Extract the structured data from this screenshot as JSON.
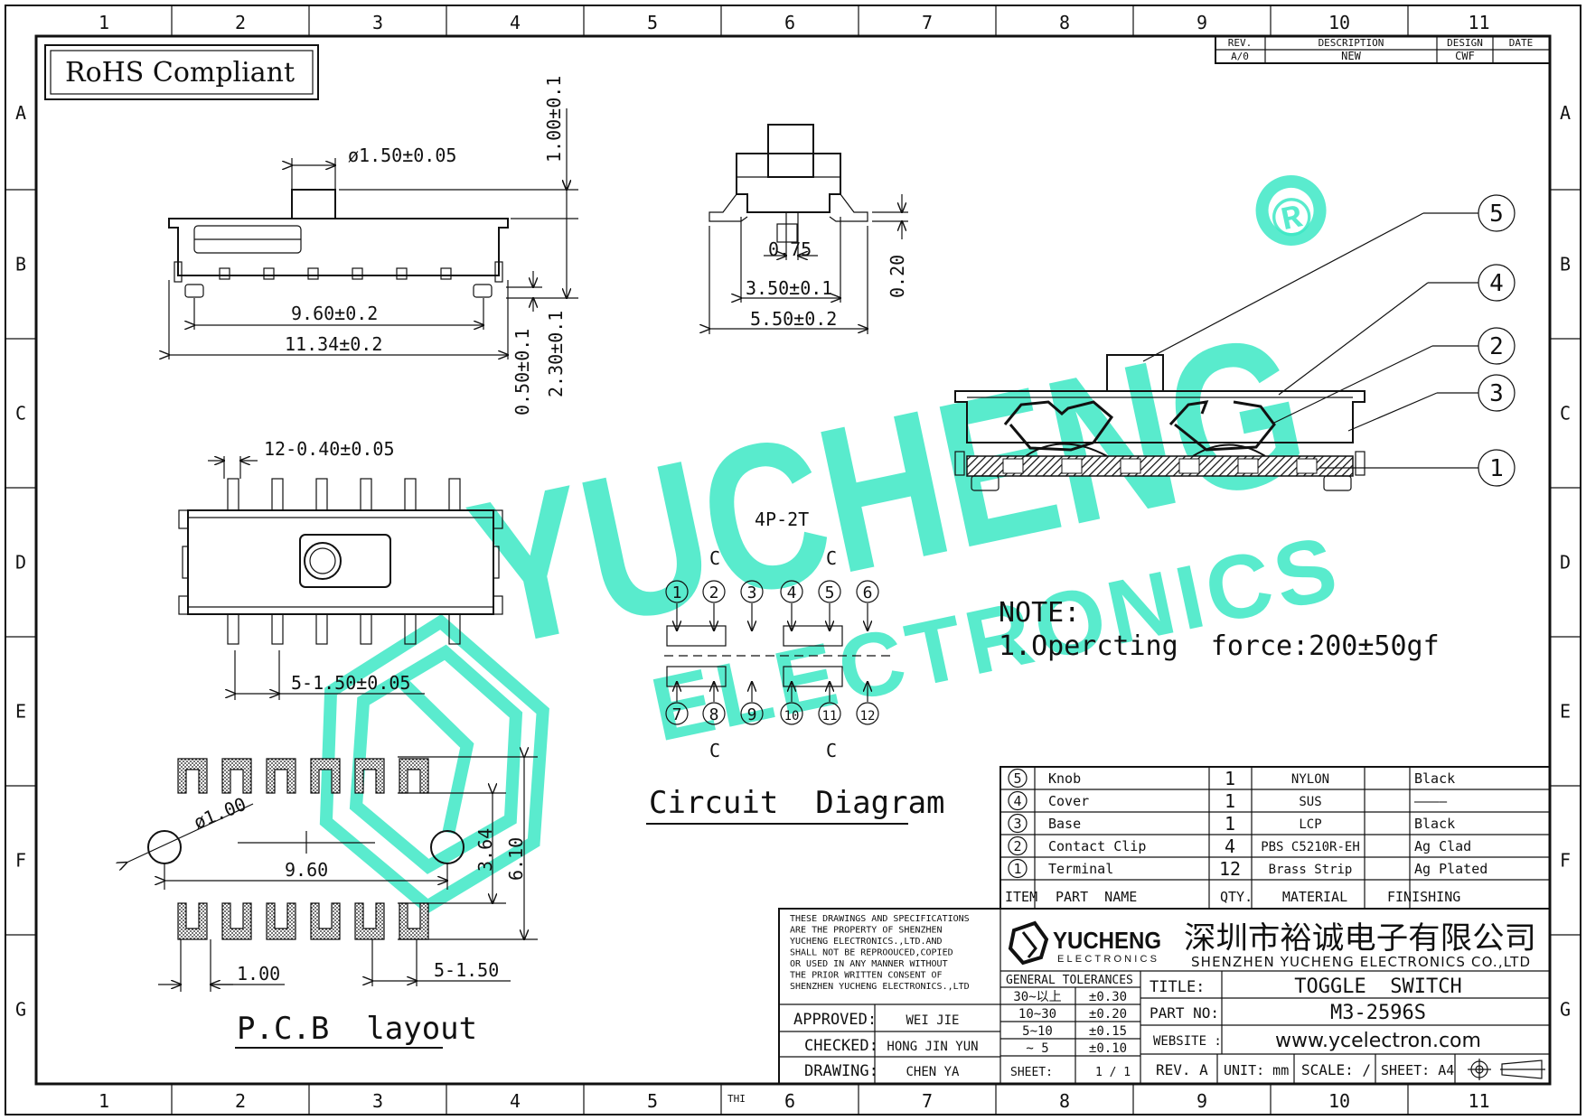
{
  "frame": {
    "col_labels": [
      "1",
      "2",
      "3",
      "4",
      "5",
      "6",
      "7",
      "8",
      "9",
      "10",
      "11"
    ],
    "row_labels": [
      "A",
      "B",
      "C",
      "D",
      "E",
      "F",
      "G"
    ],
    "bottom_mark": "THI"
  },
  "rohs": "RoHS Compliant",
  "revision": {
    "headers": [
      "REV.",
      "DESCRIPTION",
      "DESIGN",
      "DATE"
    ],
    "row": [
      "A/0",
      "NEW",
      "CWF",
      ""
    ]
  },
  "dims": {
    "knob_dia": "ø1.50±0.05",
    "knob_height": "1.00±0.1",
    "pitch_span": "9.60±0.2",
    "body_len": "11.34±0.2",
    "standoff": "0.50±0.1",
    "height": "2.30±0.1",
    "side_075": "0.75",
    "side_350": "3.50±0.1",
    "side_550": "5.50±0.2",
    "side_020": "0.20",
    "pin_width": "12-0.40±0.05",
    "pin_pitch": "5-1.50±0.05",
    "pcb_hole": "ø1.00",
    "pcb_960": "9.60",
    "pcb_364": "3.64",
    "pcb_610": "6.10",
    "pcb_100": "1.00",
    "pcb_150": "5-1.50"
  },
  "captions": {
    "pcb": "P.C.B  layout",
    "circuit": "Circuit  Diagram",
    "circuit_type": "4P-2T",
    "common": "C",
    "pins_top": [
      "1",
      "2",
      "3",
      "4",
      "5",
      "6"
    ],
    "pins_bottom": [
      "7",
      "8",
      "9",
      "10",
      "11",
      "12"
    ]
  },
  "note": {
    "title": "NOTE:",
    "line1": "1.Opercting  force:200±50gf"
  },
  "balloons": [
    "5",
    "4",
    "2",
    "3",
    "1"
  ],
  "bom": {
    "rows": [
      {
        "item": "5",
        "name": "Knob",
        "qty": "1",
        "material": "NYLON",
        "finish": "Black"
      },
      {
        "item": "4",
        "name": "Cover",
        "qty": "1",
        "material": "SUS",
        "finish": "————"
      },
      {
        "item": "3",
        "name": "Base",
        "qty": "1",
        "material": "LCP",
        "finish": "Black"
      },
      {
        "item": "2",
        "name": "Contact  Clip",
        "qty": "4",
        "material": "PBS  C5210R-EH",
        "finish": "Ag  Clad"
      },
      {
        "item": "1",
        "name": "Terminal",
        "qty": "12",
        "material": "Brass  Strip",
        "finish": "Ag  Plated"
      }
    ],
    "header": {
      "item": "ITEM",
      "name": "PART  NAME",
      "qty": "QTY.",
      "material": "MATERIAL",
      "finish": "FINISHING"
    }
  },
  "title_block": {
    "notice": [
      "THESE DRAWINGS AND SPECIFICATIONS",
      "ARE THE PROPERTY OF SHENZHEN",
      "YUCHENG ELECTRONICS.,LTD.AND",
      "SHALL NOT BE REPROOUCED,COPIED",
      "OR USED IN ANY MANNER WITHOUT",
      "THE PRIOR WRITTEN CONSENT OF",
      "SHENZHEN YUCHENG ELECTRONICS.,LTD"
    ],
    "approved_label": "APPROVED:",
    "approved": "WEI JIE",
    "checked_label": "CHECKED:",
    "checked": "HONG JIN YUN",
    "drawing_label": "DRAWING:",
    "drawing": "CHEN YA",
    "logo_text": "YUCHENG",
    "logo_sub": "ELECTRONICS",
    "company_cn": "深圳市裕诚电子有限公司",
    "company_en": "SHENZHEN YUCHENG ELECTRONICS CO.,LTD",
    "tol_title": "GENERAL TOLERANCES",
    "tolerances": [
      [
        "30~以上",
        "±0.30"
      ],
      [
        "10~30",
        "±0.20"
      ],
      [
        "5~10",
        "±0.15"
      ],
      [
        "~ 5",
        "±0.10"
      ]
    ],
    "sheet_label": "SHEET:",
    "sheet": "1 / 1",
    "title_label": "TITLE:",
    "title": "TOGGLE  SWITCH",
    "part_label": "PART NO:",
    "part_no": "M3-2596S",
    "website_label": "WEBSITE :",
    "website": "www.ycelectron.com",
    "rev": "REV. A",
    "unit": "UNIT: mm",
    "scale": "SCALE: /",
    "sheet_size": "SHEET: A4"
  },
  "watermark": {
    "main": "YUCHENG",
    "sub": "ELECTRONICS",
    "reg": "®"
  }
}
